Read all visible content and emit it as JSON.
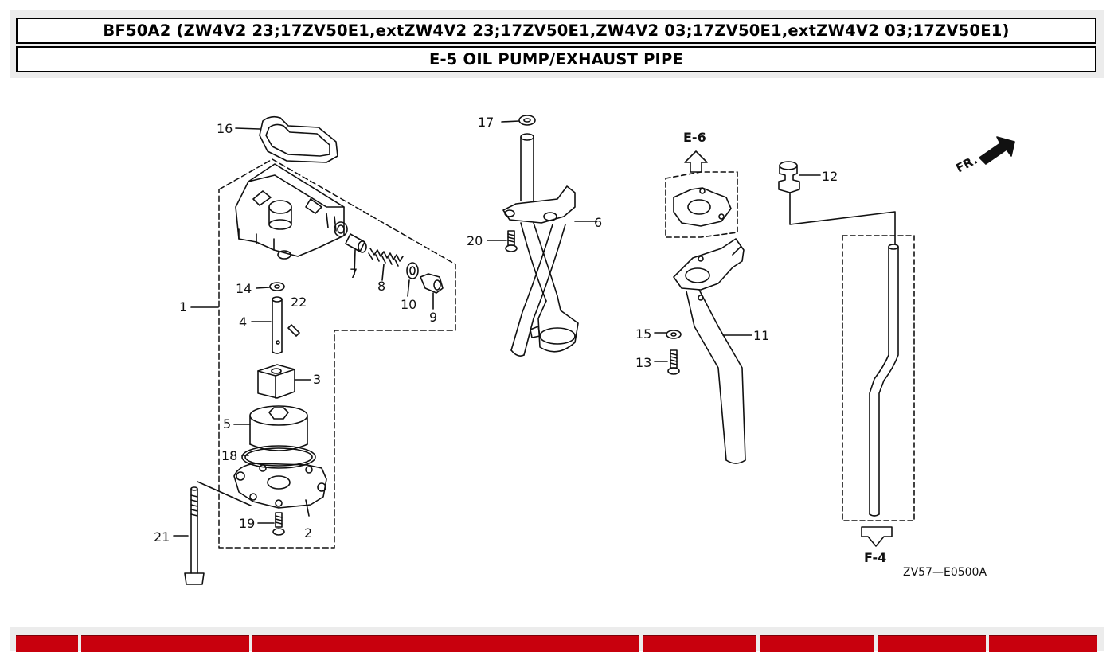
{
  "header": {
    "model_line": "BF50A2 (ZW4V2 23;17ZV50E1,extZW4V2 23;17ZV50E1,ZW4V2 03;17ZV50E1,extZW4V2 03;17ZV50E1)",
    "section_title": "E-5 OIL PUMP/EXHAUST PIPE"
  },
  "diagram": {
    "callouts": {
      "p1": "1",
      "p2": "2",
      "p3": "3",
      "p4": "4",
      "p5": "5",
      "p6": "6",
      "p7": "7",
      "p8": "8",
      "p9": "9",
      "p10": "10",
      "p11": "11",
      "p12": "12",
      "p13": "13",
      "p14": "14",
      "p15": "15",
      "p16": "16",
      "p17": "17",
      "p18": "18",
      "p19": "19",
      "p20": "20",
      "p21": "21",
      "p22": "22"
    },
    "ref_e6": "E-6",
    "ref_f4": "F-4",
    "front_label": "FR.",
    "drawing_code": "ZV57—E0500A"
  },
  "colors": {
    "header_band": "#ececec",
    "bottom_tabs": "#c8000d",
    "line_art": "#111111"
  }
}
